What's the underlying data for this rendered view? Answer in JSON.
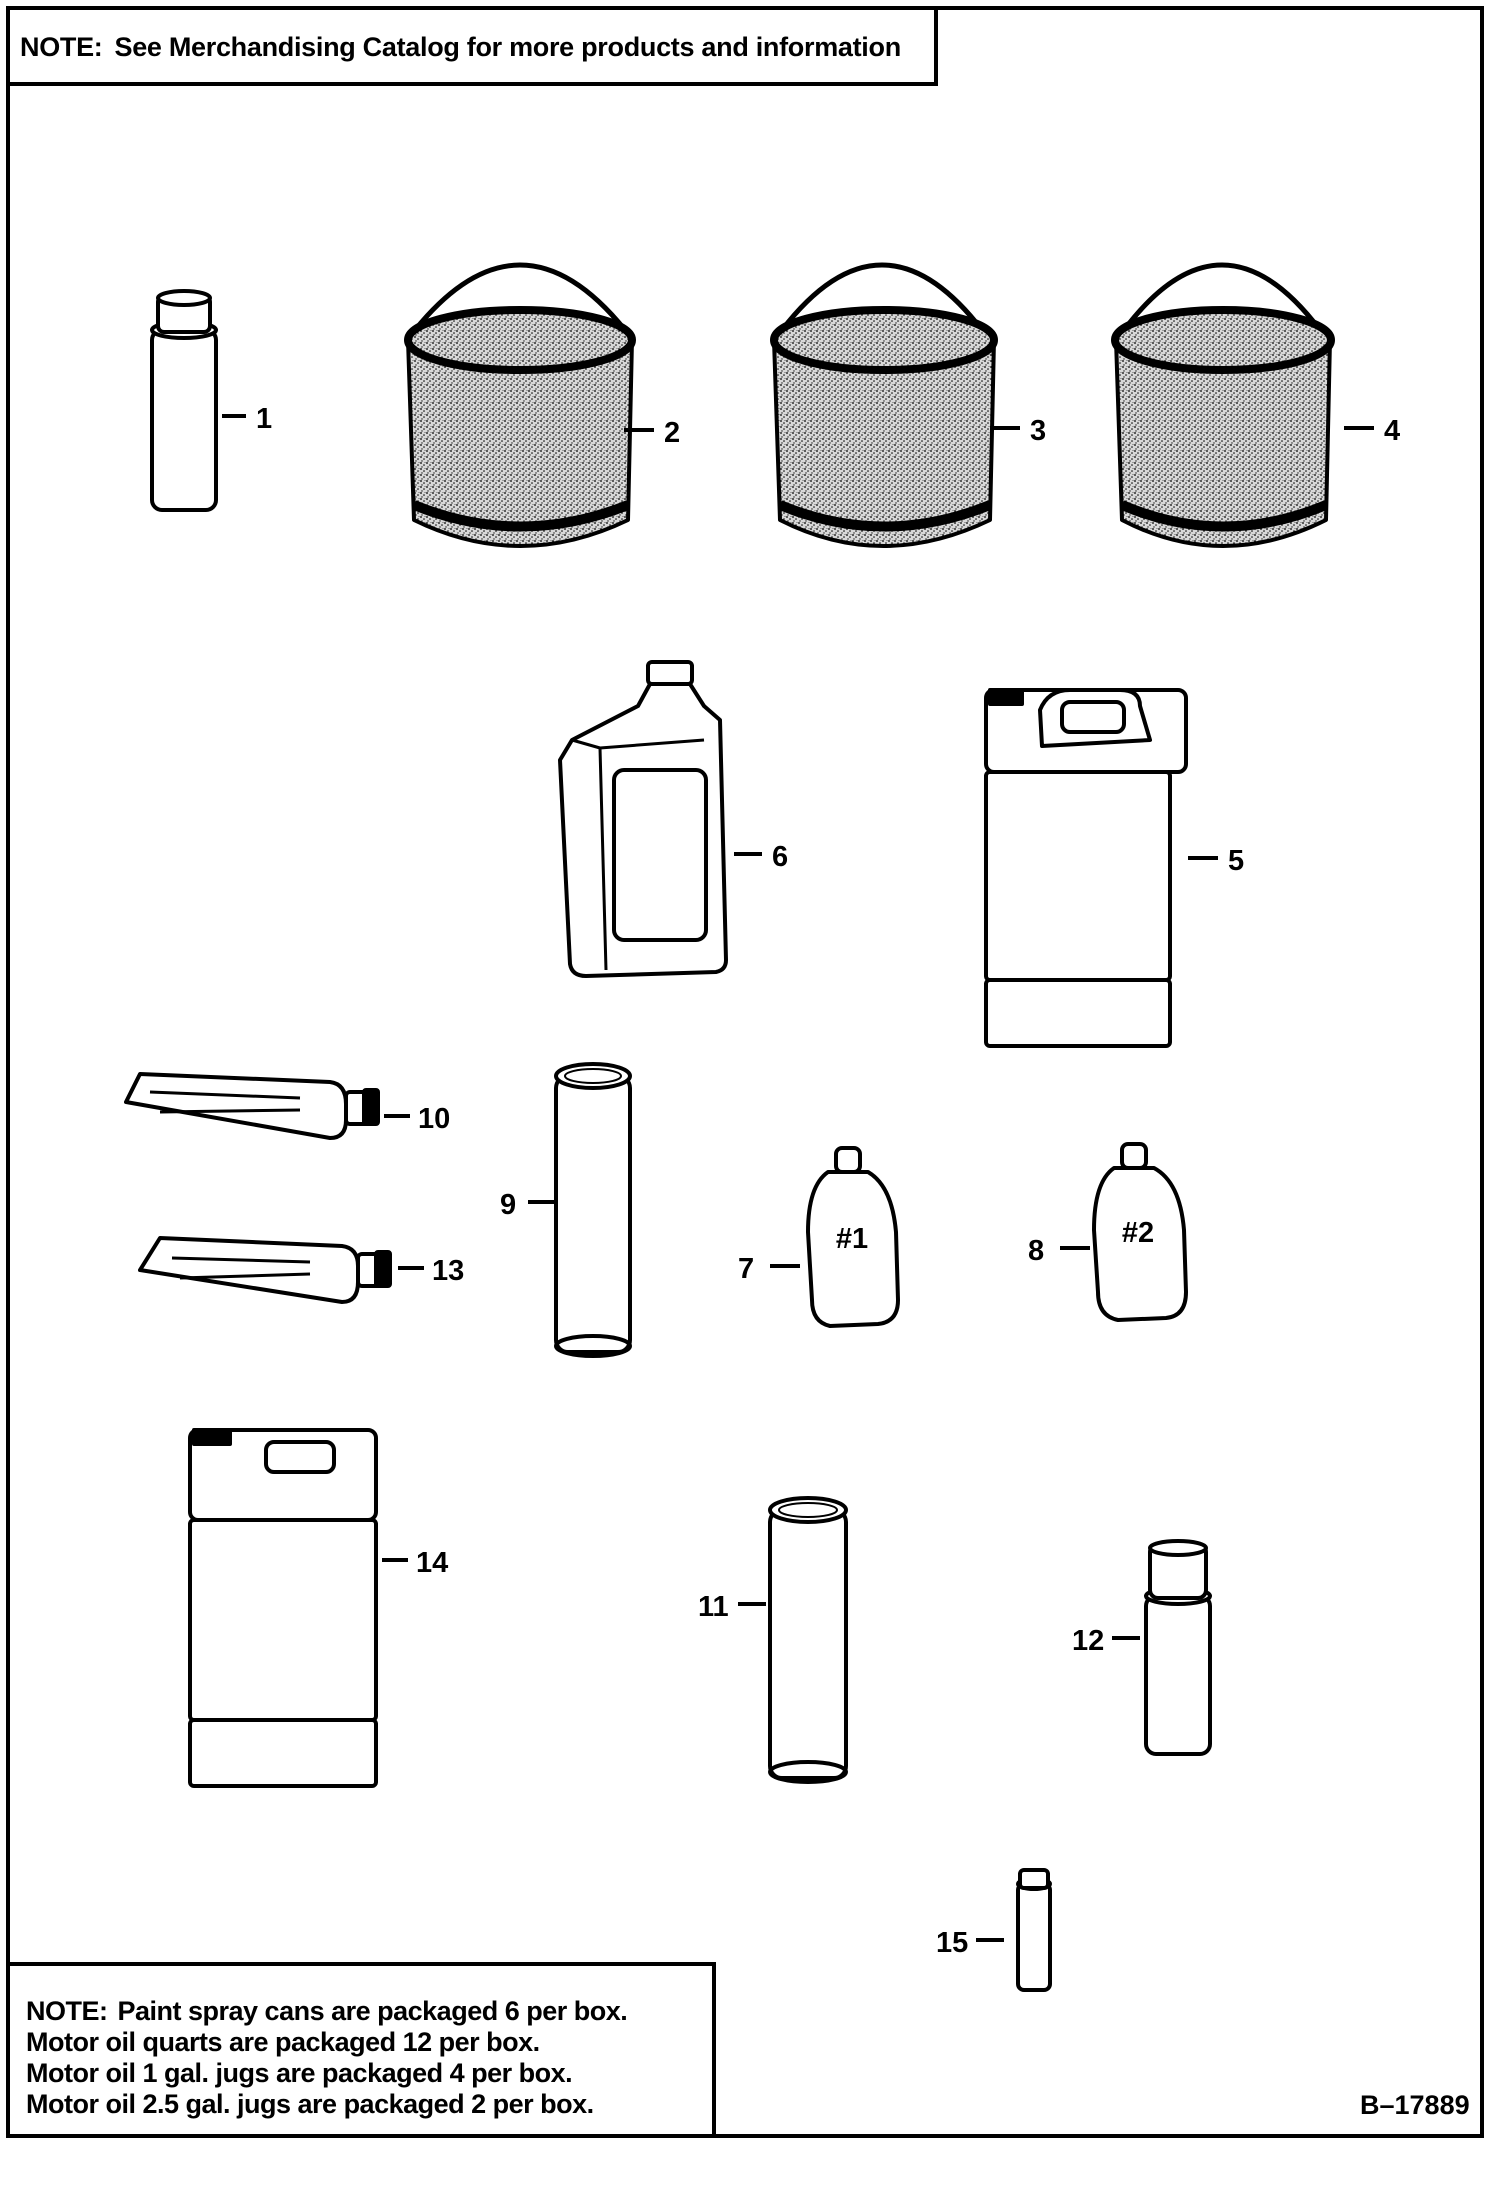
{
  "top_note": {
    "label": "NOTE:",
    "text": "See Merchandising Catalog for more products and information"
  },
  "bottom_note": {
    "label": "NOTE:",
    "lines": [
      "Paint spray cans are packaged 6 per box.",
      "Motor oil quarts are packaged 12 per box.",
      "Motor oil 1 gal. jugs are packaged 4 per box.",
      "Motor oil 2.5 gal. jugs are packaged 2 per box."
    ]
  },
  "figure_id": "B–17889",
  "callouts": {
    "c1": "1",
    "c2": "2",
    "c3": "3",
    "c4": "4",
    "c5": "5",
    "c6": "6",
    "c7": "7",
    "c8": "8",
    "c9": "9",
    "c10": "10",
    "c11": "11",
    "c12": "12",
    "c13": "13",
    "c14": "14",
    "c15": "15"
  },
  "bottle_marks": {
    "b7": "#1",
    "b8": "#2"
  }
}
